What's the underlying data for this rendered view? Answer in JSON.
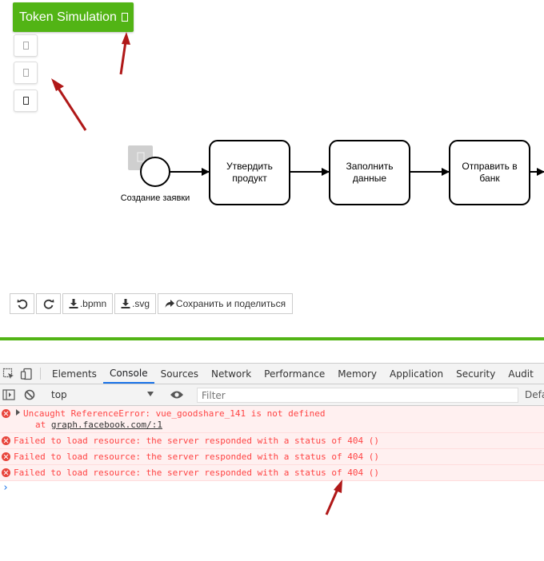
{
  "token_simulation": {
    "toggle_label": "Token Simulation",
    "controls": [
      "play-pause-icon",
      "reset-icon",
      "log-icon"
    ]
  },
  "diagram": {
    "start_event": {
      "label": "Создание заявки"
    },
    "tasks": [
      {
        "label_lines": [
          "Утвердить",
          "продукт"
        ]
      },
      {
        "label_lines": [
          "Заполнить",
          "данные"
        ]
      },
      {
        "label_lines": [
          "Отправить в",
          "банк"
        ]
      }
    ]
  },
  "io_toolbar": {
    "undo_icon": "undo-icon",
    "redo_icon": "redo-icon",
    "download_bpmn_label": ".bpmn",
    "download_svg_label": ".svg",
    "share_label": "Сохранить и поделиться"
  },
  "devtools": {
    "tabs": [
      {
        "label": "Elements",
        "active": false
      },
      {
        "label": "Console",
        "active": true
      },
      {
        "label": "Sources",
        "active": false
      },
      {
        "label": "Network",
        "active": false
      },
      {
        "label": "Performance",
        "active": false
      },
      {
        "label": "Memory",
        "active": false
      },
      {
        "label": "Application",
        "active": false
      },
      {
        "label": "Security",
        "active": false
      },
      {
        "label": "Audit",
        "active": false
      }
    ],
    "context": "top",
    "filter_placeholder": "Filter",
    "levels_label": "Defa",
    "messages": [
      {
        "text": "Uncaught ReferenceError: vue_goodshare_141 is not defined",
        "at_prefix": "at ",
        "at_link": "graph.facebook.com/:1",
        "expandable": true
      },
      {
        "text": "Failed to load resource: the server responded with a status of 404 ()"
      },
      {
        "text": "Failed to load resource: the server responded with a status of 404 ()"
      },
      {
        "text": "Failed to load resource: the server responded with a status of 404 ()"
      }
    ],
    "prompt": "›"
  },
  "colors": {
    "accent_green": "#52b415",
    "error_red": "#f44336",
    "arrow_red": "#b01818",
    "tab_blue": "#1a73e8"
  }
}
